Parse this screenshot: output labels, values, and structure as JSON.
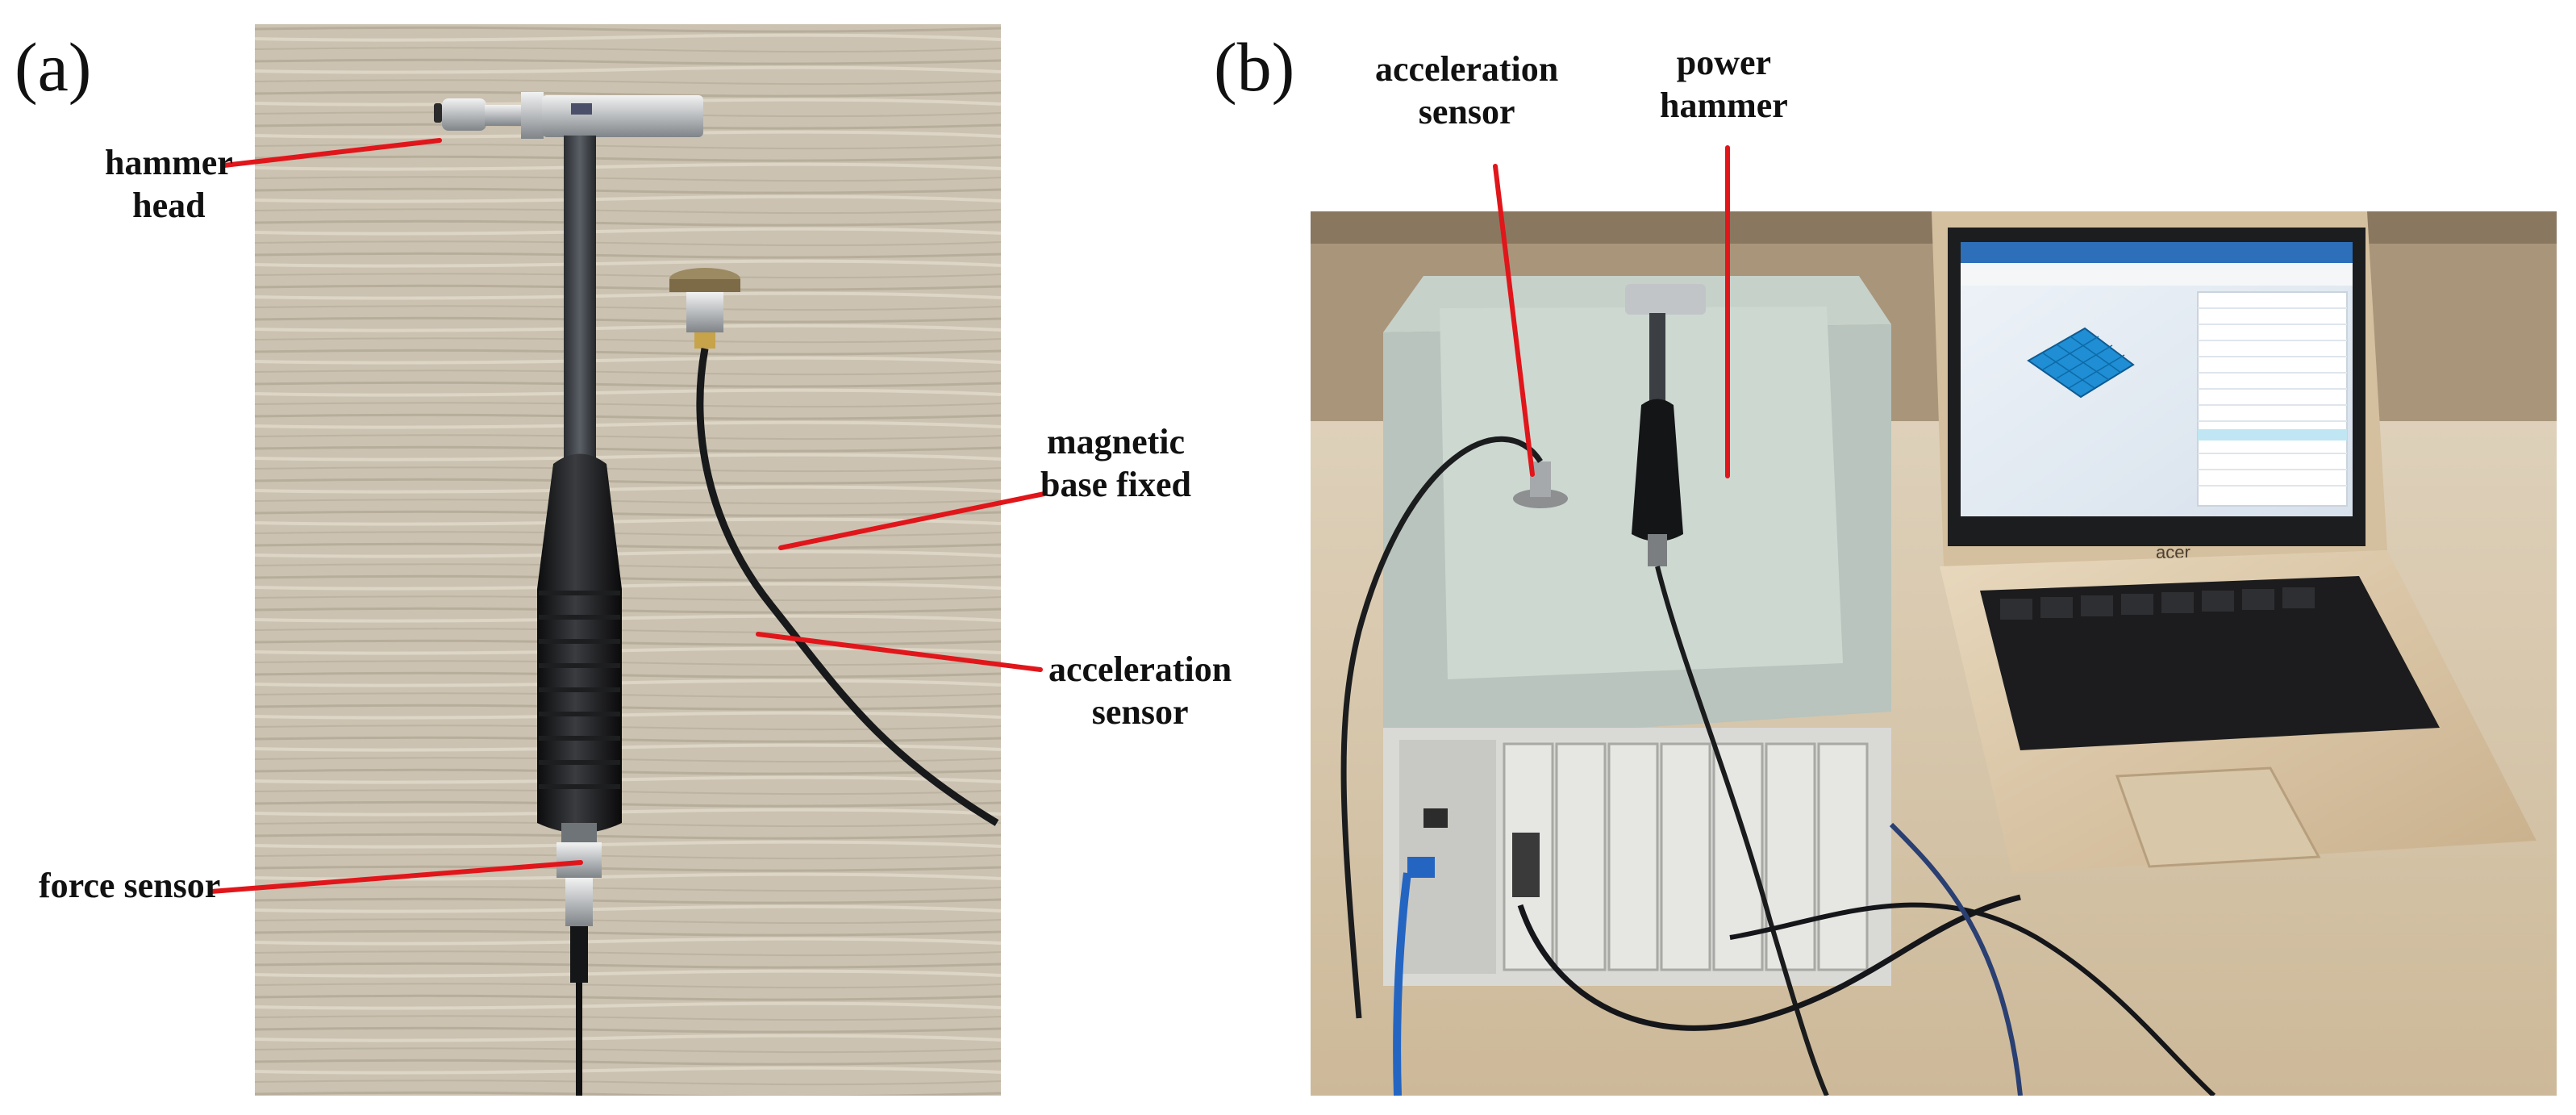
{
  "panels": {
    "a": {
      "label": "(a)",
      "callouts": {
        "hammer_head_line1": "hammer",
        "hammer_head_line2": "head",
        "magnetic_base_line1": "magnetic",
        "magnetic_base_line2": "base fixed",
        "accel_sensor_line1": "acceleration",
        "accel_sensor_line2": "sensor",
        "force_sensor": "force sensor"
      }
    },
    "b": {
      "label": "(b)",
      "callouts": {
        "accel_sensor_line1": "acceleration",
        "accel_sensor_line2": "sensor",
        "power_hammer_line1": "power",
        "power_hammer_line2": "hammer"
      },
      "laptop_brand": "acer"
    }
  },
  "colors": {
    "leader_line": "#e0161b",
    "wood": "#cfc6b6",
    "desk": "#d9cbb0",
    "rack": "#c9d3cc"
  }
}
